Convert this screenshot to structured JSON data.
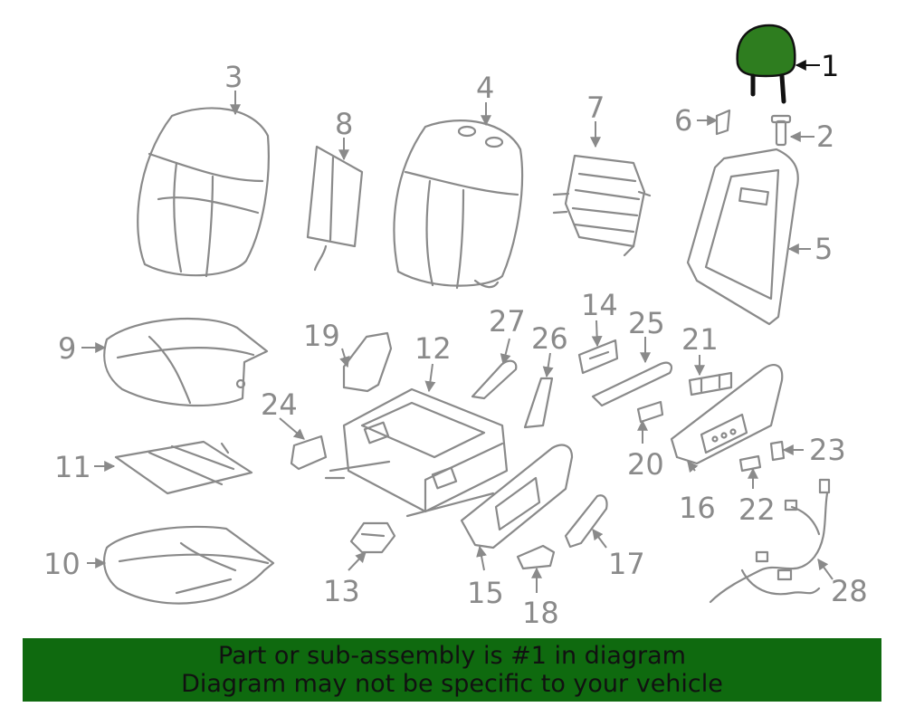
{
  "callouts": [
    "1",
    "2",
    "3",
    "4",
    "5",
    "6",
    "7",
    "8",
    "9",
    "10",
    "11",
    "12",
    "13",
    "14",
    "15",
    "16",
    "17",
    "18",
    "19",
    "20",
    "21",
    "22",
    "23",
    "24",
    "25",
    "26",
    "27",
    "28"
  ],
  "highlighted_part": "1",
  "colors": {
    "highlight": "#2e7d1f",
    "line": "#8a8a8a",
    "banner": "#0f6a0f",
    "text": "#111111"
  },
  "banner": {
    "line1": "Part or sub-assembly is #1 in diagram",
    "line2": "Diagram may not be specific to your vehicle"
  }
}
